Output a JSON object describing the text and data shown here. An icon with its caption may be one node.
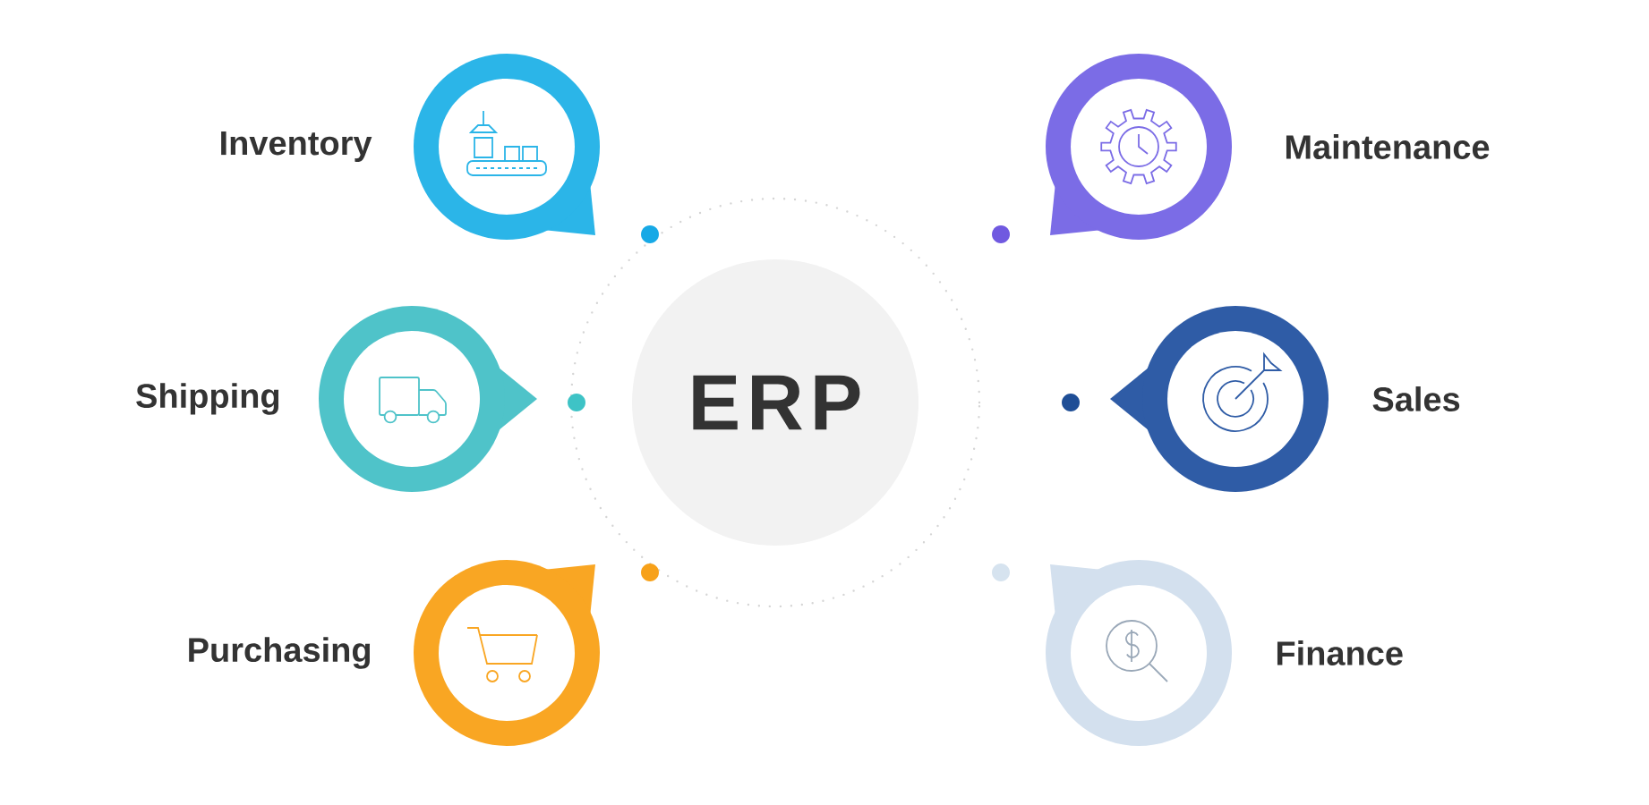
{
  "diagram": {
    "nodes": [
      {
        "text": [
          "ERP"
        ]
      },
      {
        "text": [
          "Inventory"
        ]
      },
      {
        "text": [
          "Shipping"
        ]
      },
      {
        "text": [
          "Purchasing"
        ]
      },
      {
        "text": [
          "Maintenance"
        ]
      },
      {
        "text": [
          "Sales"
        ]
      },
      {
        "text": [
          "Finance"
        ]
      }
    ]
  }
}
